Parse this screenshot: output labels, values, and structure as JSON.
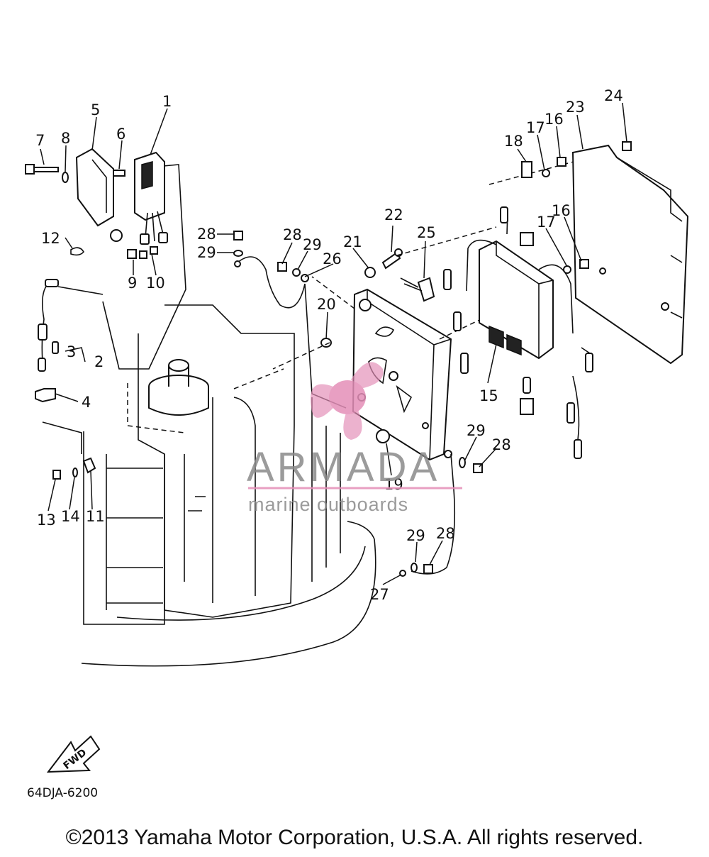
{
  "diagram": {
    "code": "64DJA-6200",
    "copyright": "©2013 Yamaha Motor Corporation, U.S.A. All rights reserved.",
    "fwd_arrow_label": "FWD",
    "callouts": {
      "c1": "1",
      "c2": "2",
      "c3": "3",
      "c4": "4",
      "c5": "5",
      "c6": "6",
      "c7": "7",
      "c8": "8",
      "c9": "9",
      "c10": "10",
      "c11": "11",
      "c12": "12",
      "c13": "13",
      "c14": "14",
      "c15": "15",
      "c16a": "16",
      "c16b": "16",
      "c17a": "17",
      "c17b": "17",
      "c18": "18",
      "c19": "19",
      "c20": "20",
      "c21": "21",
      "c22": "22",
      "c23": "23",
      "c24": "24",
      "c25": "25",
      "c26": "26",
      "c27": "27",
      "c28a": "28",
      "c28b": "28",
      "c28c": "28",
      "c28d": "28",
      "c29a": "29",
      "c29b": "29",
      "c29c": "29",
      "c29d": "29"
    }
  },
  "watermark": {
    "brand": "ARMADA",
    "tagline": "marine outboards",
    "logo_icon": "propeller-icon",
    "color": "#e48fb8"
  }
}
